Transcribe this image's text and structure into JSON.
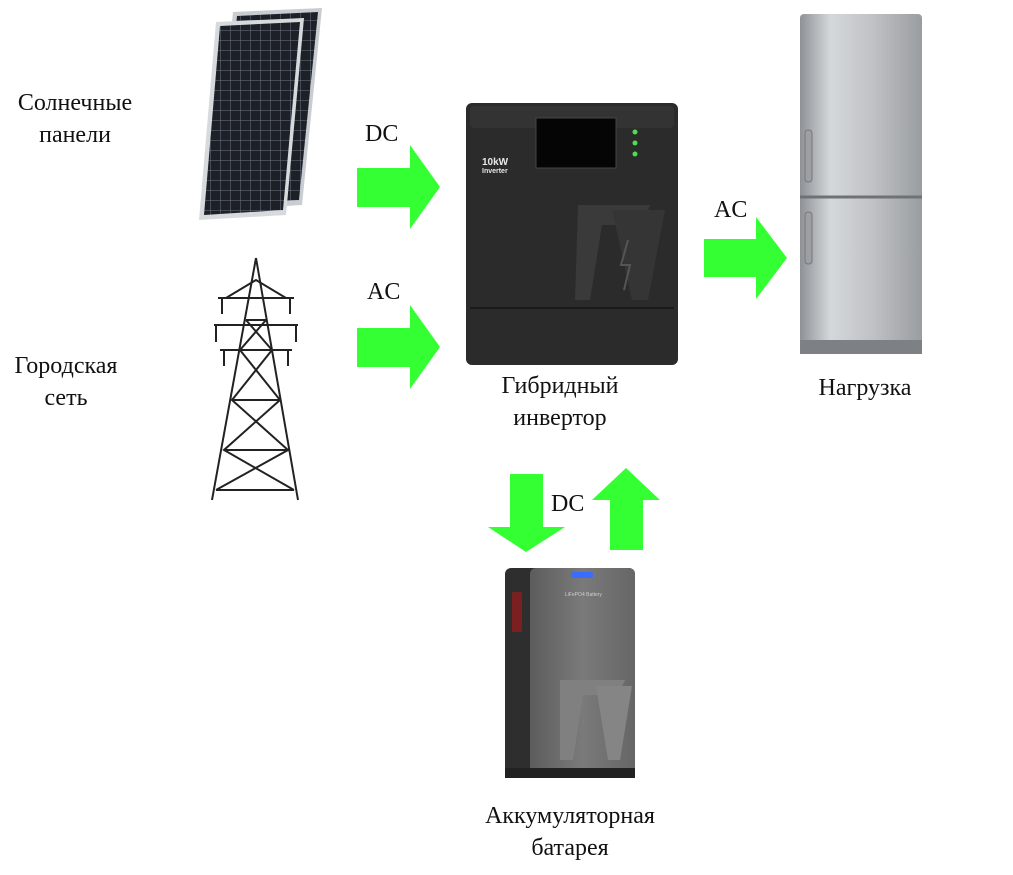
{
  "nodes": {
    "solar": {
      "label": [
        "Солнечные",
        "панели"
      ],
      "icon": "solar-panel-icon"
    },
    "grid": {
      "label": [
        "Городская",
        "сеть"
      ],
      "icon": "power-tower-icon"
    },
    "inverter": {
      "label": [
        "Гибридный",
        "инвертор"
      ],
      "icon": "inverter-icon",
      "badge": [
        "10kW",
        "Inverter"
      ]
    },
    "load": {
      "label": [
        "Нагрузка"
      ],
      "icon": "refrigerator-icon"
    },
    "battery": {
      "label": [
        "Аккумуляторная",
        "батарея"
      ],
      "icon": "battery-cabinet-icon",
      "badge": "LiFePO4 Battery"
    }
  },
  "edges": {
    "solar_to_inverter": "DC",
    "grid_to_inverter": "AC",
    "inverter_to_load": "AC",
    "battery_link": "DC"
  },
  "colors": {
    "arrow": "#33ff33",
    "device_dark": "#2a2a2a",
    "fridge": "#b9bcbf",
    "battery": "#6e6e6e"
  }
}
